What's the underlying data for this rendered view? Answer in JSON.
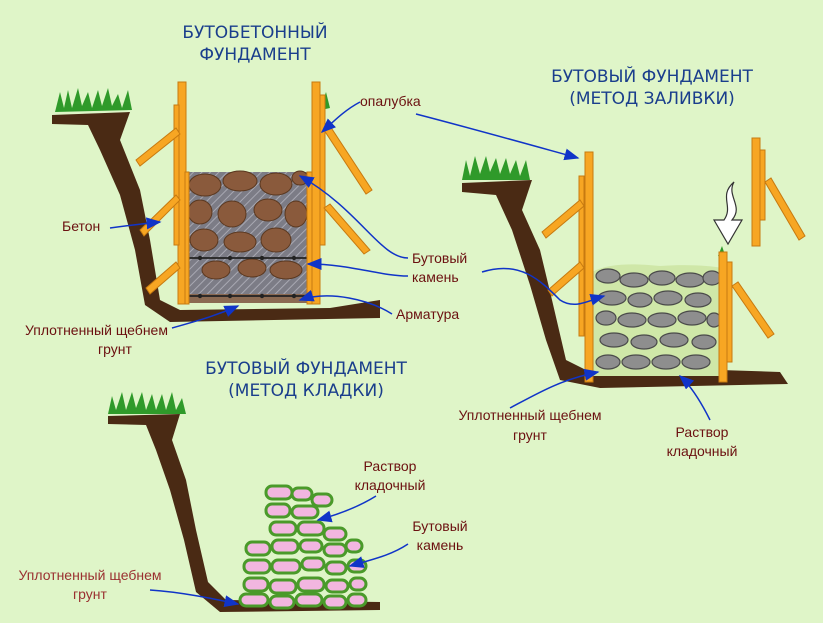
{
  "titles": {
    "rubble_concrete": [
      "БУТОБЕТОННЫЙ",
      "ФУНДАМЕНТ"
    ],
    "pour_method": [
      "БУТОВЫЙ ФУНДАМЕНТ",
      "(МЕТОД ЗАЛИВКИ)"
    ],
    "masonry_method": [
      "БУТОВЫЙ ФУНДАМЕНТ",
      "(МЕТОД КЛАДКИ)"
    ]
  },
  "labels": {
    "formwork": "опалубка",
    "concrete": "Бетон",
    "rubble_stone": [
      "Бутовый",
      "камень"
    ],
    "rebar": "Арматура",
    "compacted_gravel": "Уплотненный щебнем",
    "soil": "грунт",
    "mortar": [
      "Раствор",
      "кладочный"
    ]
  },
  "colors": {
    "background": "#dff5c8",
    "title": "#1a3e8c",
    "label": "#6b1010",
    "arrow": "#1034c8",
    "formwork": "#f7a623",
    "concrete_stone": "#8a5a3c",
    "rubble_gray": "#8e8e8e",
    "masonry_pink": "#f2b6e0",
    "mortar_green": "#4a9a2a",
    "soil_dark": "#4a2a14"
  }
}
